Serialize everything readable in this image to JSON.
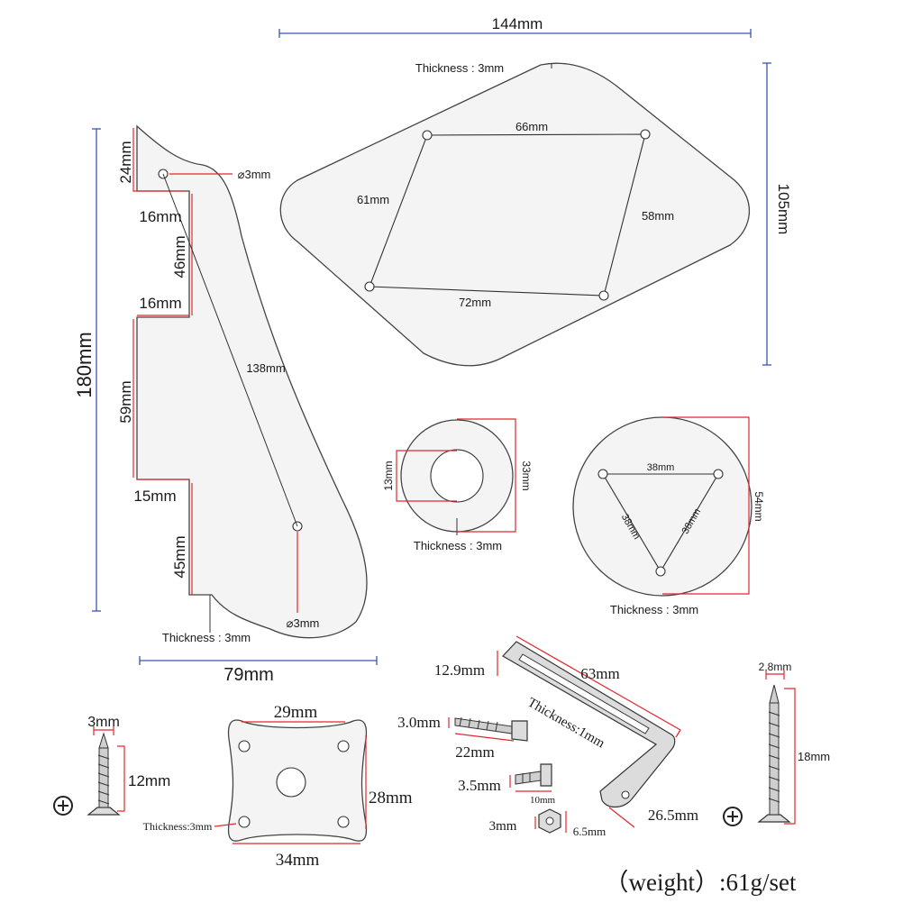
{
  "top_plate": {
    "width": "144mm",
    "height": "105mm",
    "thickness": "Thickness : 3mm",
    "hole_top": "66mm",
    "hole_left": "61mm",
    "hole_right": "58mm",
    "hole_bottom": "72mm"
  },
  "pickguard": {
    "height": "180mm",
    "width": "79mm",
    "seg_24": "24mm",
    "seg_16a": "16mm",
    "seg_46": "46mm",
    "seg_16b": "16mm",
    "seg_59": "59mm",
    "seg_15": "15mm",
    "seg_45": "45mm",
    "hole_top": "⌀3mm",
    "hole_bottom": "⌀3mm",
    "diagonal": "138mm",
    "thickness": "Thickness : 3mm"
  },
  "ring": {
    "outer": "33mm",
    "inner": "13mm",
    "thickness": "Thickness : 3mm"
  },
  "disc": {
    "diameter": "54mm",
    "side_top": "38mm",
    "side_left": "38mm",
    "side_right": "38mm",
    "thickness": "Thickness : 3mm"
  },
  "screw_small": {
    "head": "3mm",
    "length": "12mm"
  },
  "jack_plate": {
    "top": "29mm",
    "bottom": "34mm",
    "side": "28mm",
    "thickness": "Thickness:3mm"
  },
  "bracket": {
    "side": "12.9mm",
    "length": "63mm",
    "thickness": "Thickness:1mm",
    "foot": "26.5mm"
  },
  "screws_mid": {
    "s1_dia": "3.0mm",
    "s1_len": "22mm",
    "s2_dia": "3.5mm",
    "s2_len": "10mm",
    "nut_dia": "3mm",
    "nut_w": "6.5mm"
  },
  "screw_long": {
    "head": "2.8mm",
    "length": "18mm"
  },
  "footer": {
    "weight": "（weight）:61g/set"
  }
}
